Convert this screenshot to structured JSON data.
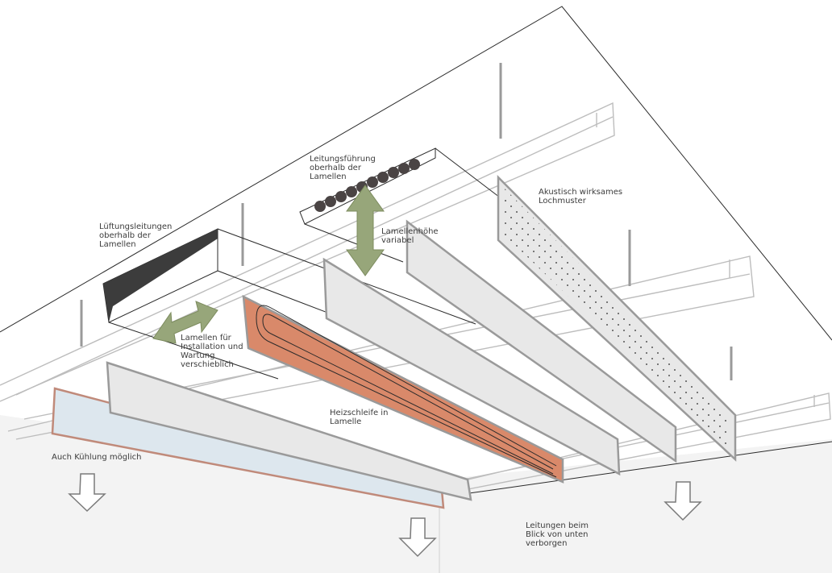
{
  "labels": {
    "leitungsfuehrung": "Leitungsführung\noberhalb der\nLamellen",
    "akustisch": "Akustisch wirksames\nLochmuster",
    "lueftung": "Lüftungsleitungen\noberhalb der\nLamellen",
    "lamellenhoehe": "Lamellenhöhe\nvariabel",
    "verschiebbar": "Lamellen für\nInstallation und\nWartung\nverschieblich",
    "heizschleife": "Heizschleife in\nLamelle",
    "kuehlung": "Auch Kühlung möglich",
    "verborgen": "Leitungen beim\nBlick von unten\nverborgen"
  },
  "colors": {
    "lamella_fill": "#e8e8e8",
    "lamella_stroke": "#9a9a9a",
    "heating_fill": "#d9896a",
    "cooling_fill": "#dde7ee",
    "cooling_stroke": "#c08a7a",
    "arrow_green": "#97a67a",
    "pipe_color": "#4a4444",
    "floor_fill": "#f3f3f3"
  }
}
